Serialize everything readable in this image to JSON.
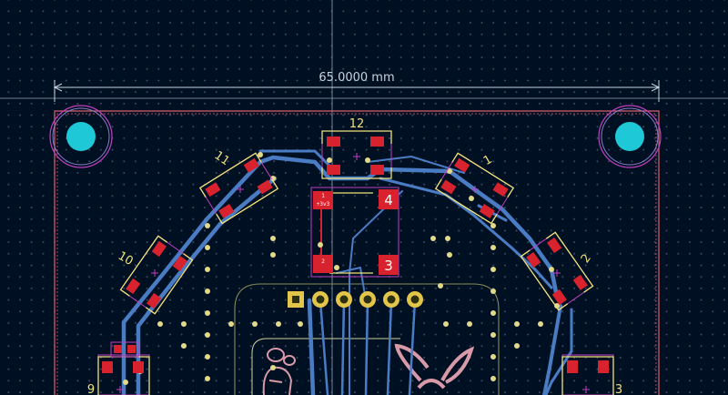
{
  "dimension": {
    "label": "65.0000 mm"
  },
  "refdes": {
    "d1": "1",
    "d2": "2",
    "d3": "3",
    "d9": "9",
    "d10": "10",
    "d11": "11",
    "d12": "12"
  },
  "pads": {
    "big4": "4",
    "big3": "3",
    "small1": "1",
    "small1_sub": "+3v3",
    "small2": "2"
  },
  "colors": {
    "background": "#001023",
    "grid_dot": "#3b4a60",
    "board_edge": "#d8606a",
    "trace": "#4a7cc4",
    "pad": "#d8232f",
    "silkscreen": "#f0e27a",
    "mounting_hole": "#1fc8d6",
    "courtyard": "#c040c0",
    "via": "#e3d98a",
    "crosshair": "#8fa0b5"
  }
}
